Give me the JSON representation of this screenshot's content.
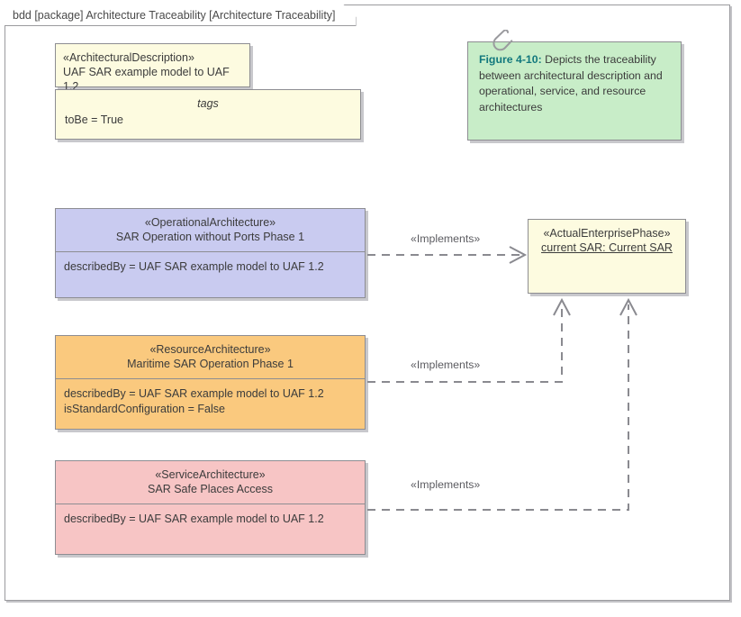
{
  "frame": {
    "title": "bdd [package] Architecture Traceability [Architecture Traceability]"
  },
  "blocks": {
    "architectural_description": {
      "stereotype": "«ArchitecturalDescription»",
      "name": "UAF SAR example model to UAF 1.2"
    },
    "tags_compartment": {
      "title": "tags",
      "attributes": [
        "toBe = True"
      ]
    },
    "operational_architecture": {
      "stereotype": "«OperationalArchitecture»",
      "name": "SAR Operation without Ports Phase 1",
      "attributes": [
        "describedBy = UAF SAR example model to UAF 1.2"
      ]
    },
    "resource_architecture": {
      "stereotype": "«ResourceArchitecture»",
      "name": "Maritime SAR Operation Phase 1",
      "attributes": [
        "describedBy = UAF SAR example model to UAF 1.2",
        "isStandardConfiguration = False"
      ]
    },
    "service_architecture": {
      "stereotype": "«ServiceArchitecture»",
      "name": "SAR Safe Places Access",
      "attributes": [
        "describedBy = UAF SAR example model to UAF 1.2"
      ]
    },
    "actual_enterprise_phase": {
      "stereotype": "«ActualEnterprisePhase»",
      "name": "current SAR: Current SAR"
    }
  },
  "note": {
    "label": "Figure 4-10:",
    "text": " Depicts the traceability between architectural description and operational, service, and resource architectures",
    "icon": "paperclip-icon"
  },
  "connectors": [
    {
      "label": "«Implements»",
      "from": "operational_architecture",
      "to": "actual_enterprise_phase"
    },
    {
      "label": "«Implements»",
      "from": "resource_architecture",
      "to": "actual_enterprise_phase"
    },
    {
      "label": "«Implements»",
      "from": "service_architecture",
      "to": "actual_enterprise_phase"
    }
  ],
  "colors": {
    "architectural_description": "#fdfbe0",
    "operational_architecture": "#c9cbf0",
    "resource_architecture": "#fac97e",
    "service_architecture": "#f7c5c5",
    "actual_enterprise_phase": "#fdfbe0",
    "note": "#c8edc8",
    "note_label": "#12787d",
    "border": "#8d8d92",
    "connector": "#8a8a90"
  }
}
